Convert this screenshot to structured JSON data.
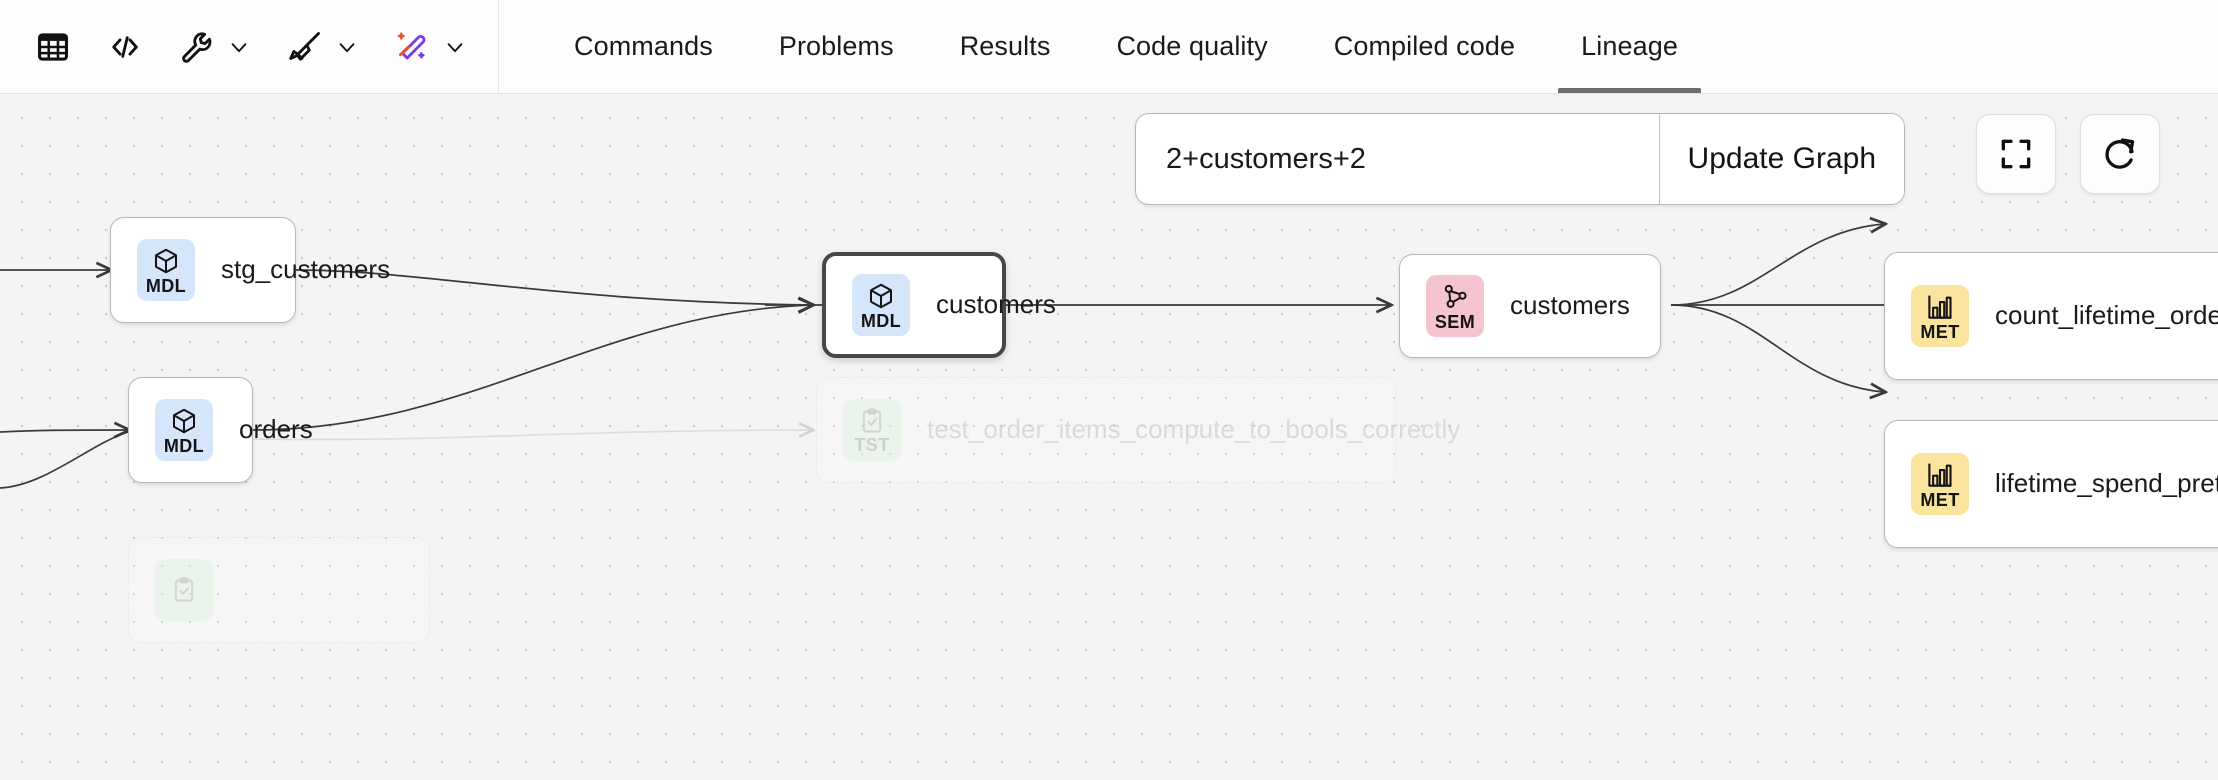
{
  "toolbar": {
    "icons": [
      {
        "name": "table-grid-icon",
        "label": "table"
      },
      {
        "name": "code-brackets-icon",
        "label": "code"
      },
      {
        "name": "wrench-icon",
        "label": "tools"
      },
      {
        "name": "broom-icon",
        "label": "format"
      },
      {
        "name": "magic-wand-icon",
        "label": "ai-assist"
      }
    ],
    "chevron": "chevron-down-icon"
  },
  "tabs": [
    {
      "label": "Commands",
      "active": false
    },
    {
      "label": "Problems",
      "active": false
    },
    {
      "label": "Results",
      "active": false
    },
    {
      "label": "Code quality",
      "active": false
    },
    {
      "label": "Compiled code",
      "active": false
    },
    {
      "label": "Lineage",
      "active": true
    }
  ],
  "lineage": {
    "search": {
      "value": "2+customers+2",
      "placeholder": "",
      "button_label": "Update Graph"
    },
    "controls": [
      {
        "name": "fit-view-button",
        "icon": "fit-screen-icon"
      },
      {
        "name": "refresh-button",
        "icon": "refresh-icon"
      }
    ],
    "nodes": [
      {
        "id": "stg_customers",
        "label": "stg_customers",
        "type": "MDL",
        "selected": false,
        "faded": false
      },
      {
        "id": "orders",
        "label": "orders",
        "type": "MDL",
        "selected": false,
        "faded": false
      },
      {
        "id": "customers_mdl",
        "label": "customers",
        "type": "MDL",
        "selected": true,
        "faded": false
      },
      {
        "id": "customers_sem",
        "label": "customers",
        "type": "SEM",
        "selected": false,
        "faded": false
      },
      {
        "id": "count_lifetime_orders",
        "label": "count_lifetime_order",
        "type": "MET",
        "selected": false,
        "faded": false
      },
      {
        "id": "lifetime_spend_pretax",
        "label": "lifetime_spend_preta",
        "type": "MET",
        "selected": false,
        "faded": false
      },
      {
        "id": "test_order_items",
        "label": "test_order_items_compute_to_bools_correctly",
        "type": "TST",
        "selected": false,
        "faded": true
      }
    ],
    "badge_labels": {
      "MDL": "MDL",
      "SEM": "SEM",
      "MET": "MET",
      "TST": "TST"
    },
    "colors": {
      "mdl": "#d6e6fa",
      "sem": "#f6c3d0",
      "met": "#fbe49e",
      "tst": "#e4f5e2",
      "canvas": "#f4f4f4",
      "edge": "#3a3a3a",
      "selected_border": "#494745",
      "tab_active_underline": "#6f6c6a"
    }
  }
}
